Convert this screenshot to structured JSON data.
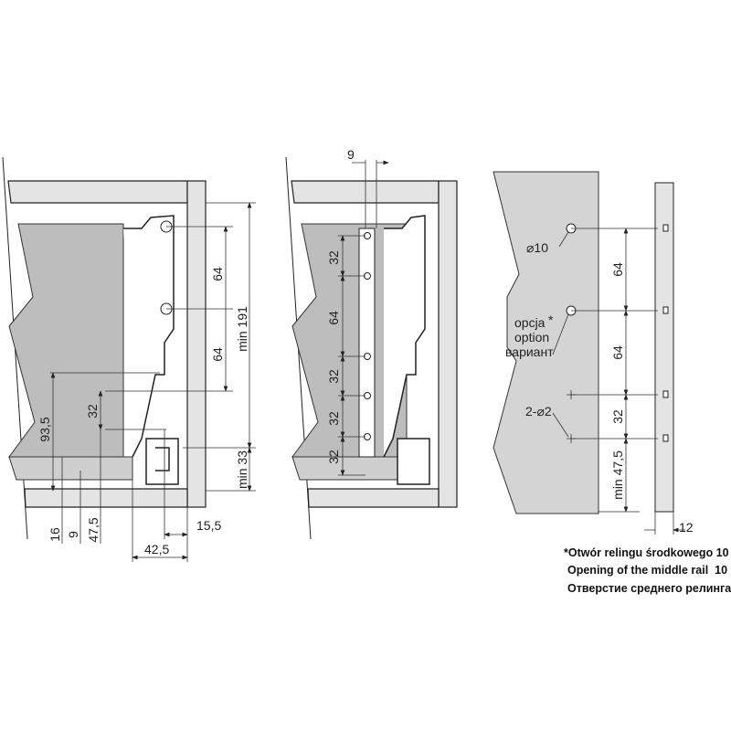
{
  "left_view": {
    "dims": {
      "d64a": "64",
      "d64b": "64",
      "min191": "min 191",
      "min33": "min 33",
      "d93_5": "93,5",
      "d32": "32",
      "d16": "16",
      "d9": "9",
      "d47_5": "47,5",
      "d15_5": "15,5",
      "d42_5": "42,5"
    }
  },
  "middle_view": {
    "dims": {
      "top9": "9",
      "a32": "32",
      "b64": "64",
      "c32": "32",
      "d32": "32",
      "e32": "32"
    }
  },
  "right_view": {
    "hole_label": "⌀10",
    "option_labels": [
      "opcja",
      "option",
      "вариант"
    ],
    "asterisk": "*",
    "small_holes_label": "2-⌀2",
    "dims": {
      "a64": "64",
      "b64": "64",
      "c32": "32",
      "min47_5": "min 47,5",
      "w12": "12"
    }
  },
  "footnote": {
    "lines": [
      "*Otwór relingu środkowego 10",
      "Opening of the middle rail  10",
      "Отверстие среднего релинга    10"
    ]
  },
  "colors": {
    "panel": "#e4e4e4",
    "front": "#bdbdbd",
    "line": "#222222"
  }
}
